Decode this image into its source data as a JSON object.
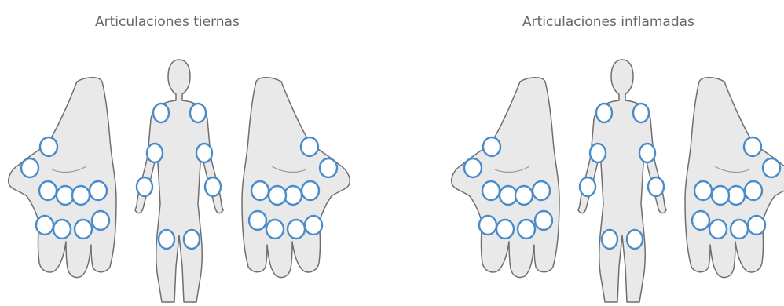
{
  "panels": [
    {
      "id": "tender",
      "title": "Articulaciones tiernas"
    },
    {
      "id": "swollen",
      "title": "Articulaciones inflamadas"
    }
  ],
  "colors": {
    "joint_stroke": "#4a8cc9",
    "body_fill": "#e9e9e9",
    "outline": "#6f6f6f",
    "title_text": "#666666"
  }
}
